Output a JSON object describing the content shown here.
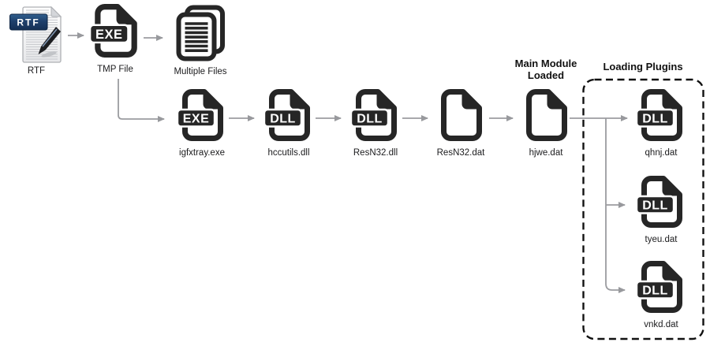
{
  "diagram": {
    "badges": {
      "exe": "EXE",
      "dll": "DLL",
      "rtf": "RTF"
    },
    "nodes": {
      "rtf": {
        "label": "RTF",
        "type": "rtf-document"
      },
      "tmp_file": {
        "label": "TMP File",
        "type": "exe-file"
      },
      "multiple_files": {
        "label": "Multiple Files",
        "type": "document-stack"
      },
      "igfxtray": {
        "label": "igfxtray.exe",
        "type": "exe-file"
      },
      "hccutils": {
        "label": "hccutils.dll",
        "type": "dll-file"
      },
      "resn32_dll": {
        "label": "ResN32.dll",
        "type": "dll-file"
      },
      "resn32_dat": {
        "label": "ResN32.dat",
        "type": "data-file"
      },
      "hjwe": {
        "label": "hjwe.dat",
        "type": "data-file"
      },
      "qhnj": {
        "label": "qhnj.dat",
        "type": "dll-file"
      },
      "tyeu": {
        "label": "tyeu.dat",
        "type": "dll-file"
      },
      "vnkd": {
        "label": "vnkd.dat",
        "type": "dll-file"
      }
    },
    "annotations": {
      "main_module_loaded": "Main Module Loaded",
      "loading_plugins": "Loading Plugins"
    },
    "groups": {
      "loading_plugins": [
        "qhnj",
        "tyeu",
        "vnkd"
      ]
    },
    "edges": [
      {
        "from": "rtf",
        "to": "tmp_file"
      },
      {
        "from": "tmp_file",
        "to": "multiple_files"
      },
      {
        "from": "tmp_file",
        "to": "igfxtray"
      },
      {
        "from": "igfxtray",
        "to": "hccutils"
      },
      {
        "from": "hccutils",
        "to": "resn32_dll"
      },
      {
        "from": "resn32_dll",
        "to": "resn32_dat"
      },
      {
        "from": "resn32_dat",
        "to": "hjwe"
      },
      {
        "from": "hjwe",
        "to": "qhnj"
      },
      {
        "from": "hjwe",
        "to": "tyeu"
      },
      {
        "from": "hjwe",
        "to": "vnkd"
      }
    ],
    "colors": {
      "icon": "#262626",
      "arrow": "#9b9ca0",
      "label": "#1b1b1d",
      "heading": "#111111",
      "group_border": "#111111",
      "rtf_banner": "#1e3f6b",
      "background": "#ffffff"
    }
  }
}
